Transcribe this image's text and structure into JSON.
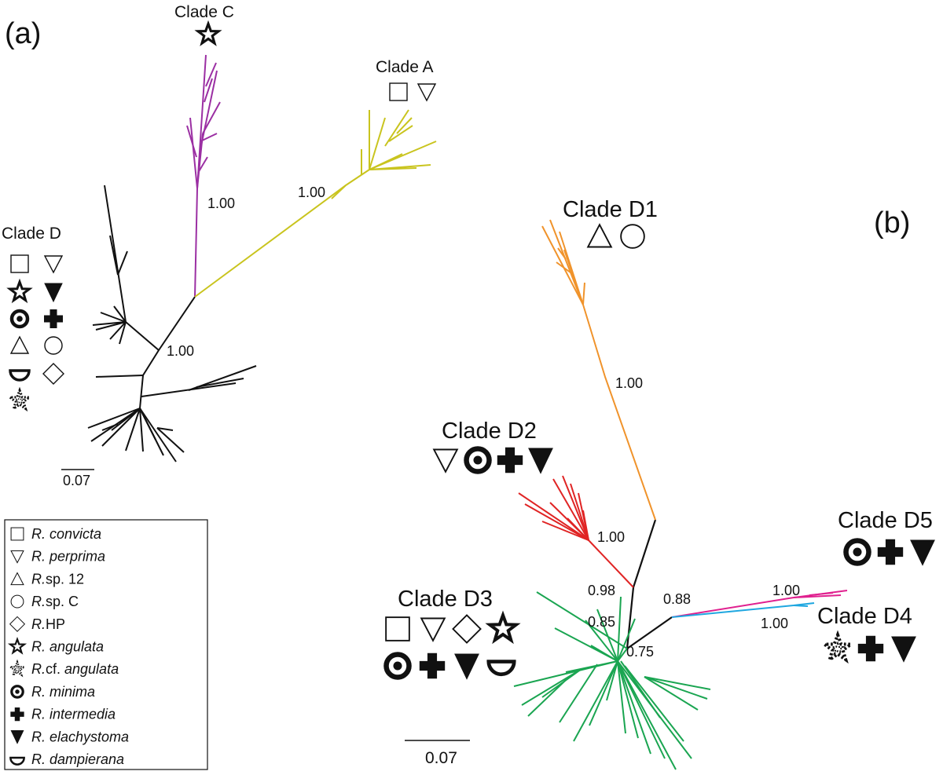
{
  "panels": {
    "a": "(a)",
    "b": "(b)"
  },
  "colors": {
    "clade_C": "#9b2fa3",
    "clade_A": "#c9c41e",
    "clade_D": "#111111",
    "clade_D1": "#f0932b",
    "clade_D2": "#e02424",
    "clade_D3": "#1aa551",
    "clade_D4": "#1fa7e0",
    "clade_D5": "#e0208f"
  },
  "tree_a": {
    "clades": [
      {
        "label": "Clade C",
        "symbols": [
          "open-star-icon"
        ]
      },
      {
        "label": "Clade A",
        "symbols": [
          "open-square-icon",
          "open-down-triangle-icon"
        ]
      },
      {
        "label": "Clade D",
        "symbols": [
          "open-square-icon",
          "open-down-triangle-icon",
          "open-star-icon",
          "filled-down-triangle-icon",
          "bullseye-icon",
          "cross-icon",
          "open-triangle-icon",
          "open-circle-icon",
          "half-circle-icon",
          "open-diamond-icon",
          "dotted-star-icon"
        ]
      }
    ],
    "support": {
      "clade_C": "1.00",
      "clade_A": "1.00",
      "clade_D": "1.00"
    },
    "scale_bar": "0.07"
  },
  "tree_b": {
    "clades": [
      {
        "label": "Clade D1",
        "symbols": [
          "open-triangle-icon",
          "open-circle-icon"
        ]
      },
      {
        "label": "Clade D2",
        "symbols": [
          "open-down-triangle-icon",
          "bullseye-icon",
          "cross-icon",
          "filled-down-triangle-icon"
        ]
      },
      {
        "label": "Clade D3",
        "symbols": [
          "open-square-icon",
          "open-down-triangle-icon",
          "open-diamond-icon",
          "open-star-icon",
          "bullseye-icon",
          "cross-icon",
          "filled-down-triangle-icon",
          "half-circle-icon"
        ]
      },
      {
        "label": "Clade D4",
        "symbols": [
          "dotted-star-icon",
          "cross-icon",
          "filled-down-triangle-icon"
        ]
      },
      {
        "label": "Clade D5",
        "symbols": [
          "bullseye-icon",
          "cross-icon",
          "filled-down-triangle-icon"
        ]
      }
    ],
    "support": {
      "d1": "1.00",
      "d2": "1.00",
      "d2_node": "0.98",
      "root": "0.85",
      "d3": "0.75",
      "d45": "0.88",
      "d5": "1.00",
      "d4": "1.00"
    },
    "scale_bar": "0.07"
  },
  "legend": [
    {
      "symbol": "open-square-icon",
      "genus": "R.",
      "epithet": "convicta",
      "italic": true
    },
    {
      "symbol": "open-down-triangle-icon",
      "genus": "R.",
      "epithet": "perprima",
      "italic": true
    },
    {
      "symbol": "open-triangle-icon",
      "genus": "R.",
      "epithet": "sp. 12",
      "italic": false
    },
    {
      "symbol": "open-circle-icon",
      "genus": "R.",
      "epithet": "sp. C",
      "italic": false
    },
    {
      "symbol": "open-diamond-icon",
      "genus": "R.",
      "epithet": "HP",
      "italic": false
    },
    {
      "symbol": "open-star-icon",
      "genus": "R.",
      "epithet": "angulata",
      "italic": true
    },
    {
      "symbol": "dotted-star-icon",
      "genus": "R.",
      "epithet": "cf. angulata",
      "italic": false,
      "italic_tail": "angulata",
      "prefix": "cf. "
    },
    {
      "symbol": "bullseye-icon",
      "genus": "R.",
      "epithet": "minima",
      "italic": true
    },
    {
      "symbol": "cross-icon",
      "genus": "R.",
      "epithet": "intermedia",
      "italic": true
    },
    {
      "symbol": "filled-down-triangle-icon",
      "genus": "R.",
      "epithet": "elachystoma",
      "italic": true
    },
    {
      "symbol": "half-circle-icon",
      "genus": "R.",
      "epithet": "dampierana",
      "italic": true
    }
  ]
}
